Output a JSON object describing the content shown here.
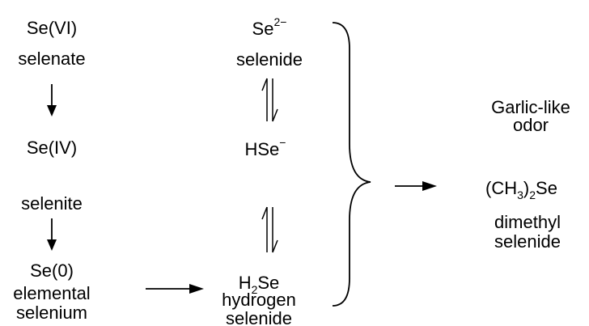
{
  "col1": {
    "se6": {
      "label": "Se(VI)",
      "name": "selenate"
    },
    "se4": {
      "label": "Se(IV)",
      "name": "selenite"
    },
    "se0": {
      "label": "Se(0)",
      "name_line1": "elemental",
      "name_line2": "selenium"
    }
  },
  "col2": {
    "selenide": {
      "base": "Se",
      "sup": "2−",
      "name": "selenide"
    },
    "hse": {
      "base": "HSe",
      "sup": "−"
    },
    "h2se": {
      "pre": "H",
      "sub": "2",
      "post": "Se",
      "name_line1": "hydrogen",
      "name_line2": "selenide"
    }
  },
  "product": {
    "note_line1": "Garlic-like",
    "note_line2": "odor",
    "formula_pre": "(CH",
    "formula_sub1": "3",
    "formula_mid": ")",
    "formula_sub2": "2",
    "formula_post": "Se",
    "name_line1": "dimethyl",
    "name_line2": "selenide"
  }
}
